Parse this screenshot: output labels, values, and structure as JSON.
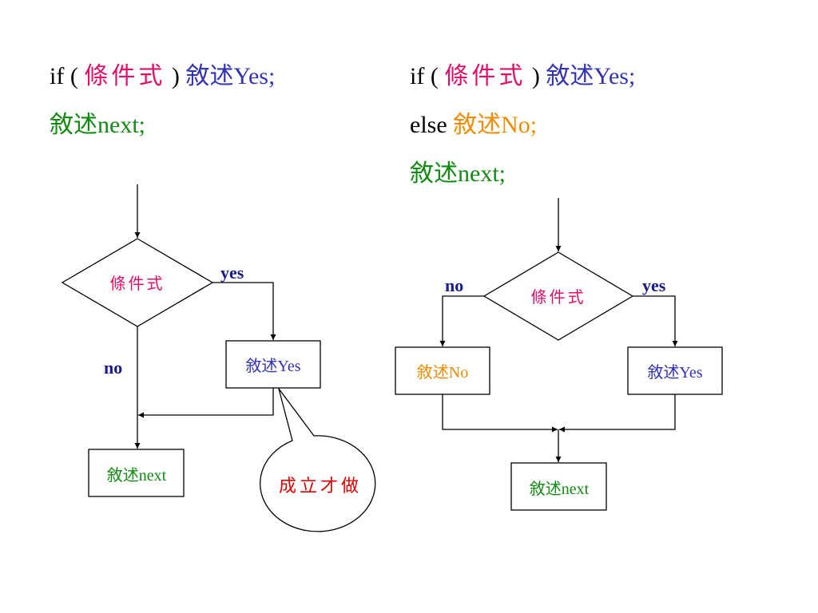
{
  "left_code": {
    "line1": {
      "if_open": "if ( ",
      "condition": "條件式",
      "close": " ) ",
      "statement": "敘述Yes;"
    },
    "line2": {
      "statement": "敘述next;"
    }
  },
  "right_code": {
    "line1": {
      "if_open": "if ( ",
      "condition": "條件式",
      "close": " ) ",
      "statement": "敘述Yes;"
    },
    "line2": {
      "else_kw": "else ",
      "statement": "敘述No;"
    },
    "line3": {
      "statement": "敘述next;"
    }
  },
  "left_flow": {
    "condition": "條件式",
    "yes_label": "yes",
    "no_label": "no",
    "yes_box": "敘述Yes",
    "next_box": "敘述next",
    "callout": "成立才做"
  },
  "right_flow": {
    "condition": "條件式",
    "yes_label": "yes",
    "no_label": "no",
    "yes_box": "敘述Yes",
    "no_box": "敘述No",
    "next_box": "敘述next"
  },
  "colors": {
    "condition": "#e0106a",
    "yes_statement": "#3333b3",
    "next_statement": "#138a13",
    "no_statement": "#f08c00",
    "branch_label": "#1a1a8c",
    "callout_text": "#e00000",
    "line": "#000000"
  }
}
